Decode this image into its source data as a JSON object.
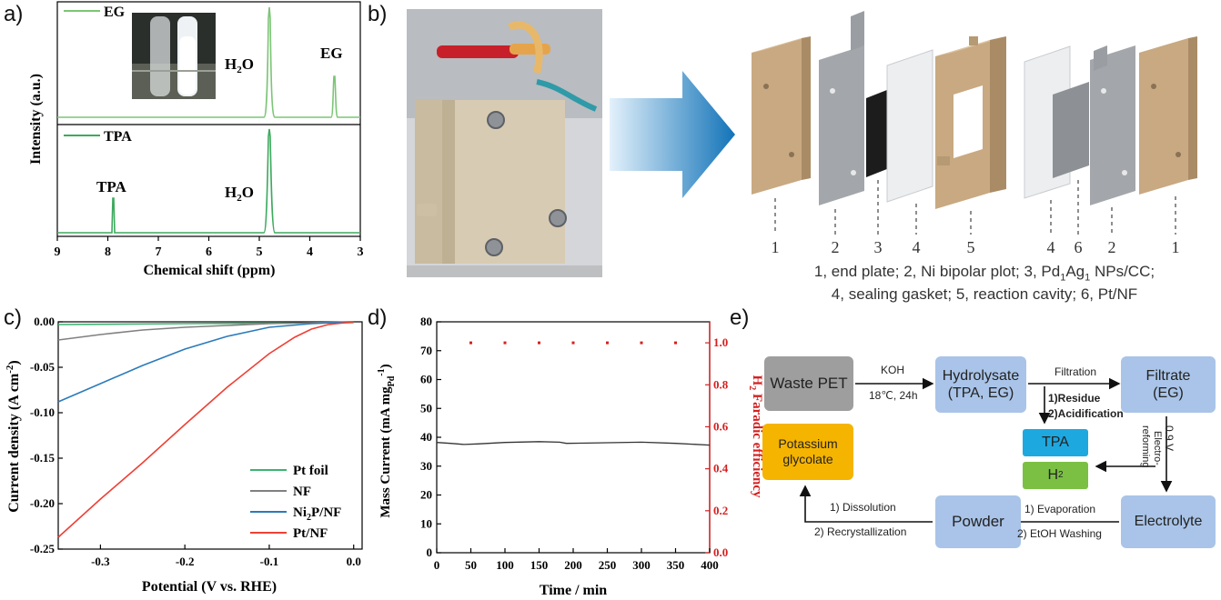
{
  "panels": {
    "a": {
      "letter": "a)",
      "ylabel": "Intensity (a.u.)",
      "xlabel": "Chemical shift (ppm)",
      "xticks": [
        "9",
        "8",
        "7",
        "6",
        "5",
        "4",
        "3"
      ],
      "top_legend": "EG",
      "bottom_legend": "TPA",
      "top_peak_labels": {
        "water": "H",
        "water_sub": "2",
        "water_tail": "O",
        "eg": "EG"
      },
      "bottom_peak_labels": {
        "tpa": "TPA",
        "water": "H",
        "water_sub": "2",
        "water_tail": "O"
      },
      "color": "#7cc576",
      "color_bottom": "#3daa5e"
    },
    "b": {
      "letter": "b)",
      "part_numbers": [
        "1",
        "2",
        "3",
        "4",
        "5",
        "4",
        "6",
        "2",
        "1"
      ],
      "caption_line1_a": "1, end plate; 2, Ni bipolar plot; 3, Pd",
      "caption_sub1": "1",
      "caption_line1_b": "Ag",
      "caption_sub2": "1",
      "caption_line1_c": " NPs/CC;",
      "caption_line2": "4, sealing gasket; 5, reaction cavity; 6, Pt/NF",
      "caption_number_color": "#2e5fa8"
    },
    "c": {
      "letter": "c)",
      "ylabel_main": "Current density (A cm",
      "ylabel_sup": "-2",
      "ylabel_end": ")",
      "xlabel": "Potential (V vs. RHE)",
      "xticks": [
        "-0.3",
        "-0.2",
        "-0.1",
        "0.0"
      ],
      "yticks": [
        "0.00",
        "-0.05",
        "-0.10",
        "-0.15",
        "-0.20",
        "-0.25"
      ],
      "legend": [
        {
          "label": "Pt foil",
          "color": "#3cb371"
        },
        {
          "label": "NF",
          "color": "#808080"
        },
        {
          "label": "Ni",
          "sub": "2",
          "tail": "P/NF",
          "color": "#2b7bba"
        },
        {
          "label": "Pt/NF",
          "color": "#ee4035"
        }
      ]
    },
    "d": {
      "letter": "d)",
      "ylabel_main": "Mass Current (mA mg",
      "ylabel_sub": "Pd",
      "ylabel_sup": "-1",
      "ylabel_end": ")",
      "ylabel_right_h": "H",
      "ylabel_right_sub": "2",
      "ylabel_right_tail": " Faradic efficiency",
      "xlabel": "Time / min",
      "xticks": [
        "0",
        "50",
        "100",
        "150",
        "200",
        "250",
        "300",
        "350",
        "400"
      ],
      "yticks_left": [
        "0",
        "10",
        "20",
        "30",
        "40",
        "50",
        "60",
        "70",
        "80"
      ],
      "yticks_right": [
        "0.0",
        "0.2",
        "0.4",
        "0.6",
        "0.8",
        "1.0"
      ],
      "right_color": "#d42020"
    },
    "e": {
      "letter": "e)",
      "waste_pet": "Waste PET",
      "hydrolysate_1": "Hydrolysate",
      "hydrolysate_2": "(TPA, EG)",
      "filtrate_1": "Filtrate",
      "filtrate_2": "(EG)",
      "koh": "KOH",
      "koh_cond": "18℃, 24h",
      "filtration": "Filtration",
      "residue": "1)Residue",
      "acidification": "2)Acidification",
      "tpa": "TPA",
      "h2": "H",
      "h2_sub": "2",
      "voltage": "0.9 V",
      "electro_1": "Electro-",
      "electro_2": "reforming",
      "electrolyte": "Electrolyte",
      "powder": "Powder",
      "evaporation": "1) Evaporation",
      "etoh": "2) EtOH Washing",
      "dissolution": "1) Dissolution",
      "recryst": "2) Recrystallization",
      "potassium_1": "Potassium",
      "potassium_2": "glycolate",
      "colors": {
        "grey": "#9e9e9e",
        "blue": "#a9c4e8",
        "cyan": "#1ea8e0",
        "green": "#7bc043",
        "orange": "#f5b400"
      }
    }
  },
  "chart_data": [
    {
      "type": "line",
      "title": "",
      "xlabel": "Chemical shift (ppm)",
      "ylabel": "Intensity (a.u.)",
      "xlim": [
        9,
        3
      ],
      "series": [
        {
          "name": "EG",
          "peaks": [
            {
              "x": 4.79,
              "label": "H2O"
            },
            {
              "x": 3.52,
              "label": "EG"
            }
          ]
        },
        {
          "name": "TPA",
          "peaks": [
            {
              "x": 7.89,
              "label": "TPA"
            },
            {
              "x": 4.79,
              "label": "H2O"
            }
          ]
        }
      ]
    },
    {
      "type": "line",
      "xlabel": "Potential (V vs. RHE)",
      "ylabel": "Current density (A cm-2)",
      "xlim": [
        -0.35,
        0.01
      ],
      "ylim": [
        -0.25,
        0.0
      ],
      "series": [
        {
          "name": "Pt foil",
          "x": [
            -0.35,
            -0.2,
            -0.1,
            0.0
          ],
          "y": [
            -0.003,
            -0.002,
            -0.0015,
            -0.001
          ]
        },
        {
          "name": "NF",
          "x": [
            -0.35,
            -0.3,
            -0.25,
            -0.2,
            -0.15,
            -0.1,
            -0.05,
            0.0
          ],
          "y": [
            -0.02,
            -0.014,
            -0.009,
            -0.006,
            -0.004,
            -0.002,
            -0.001,
            0.0
          ]
        },
        {
          "name": "Ni2P/NF",
          "x": [
            -0.35,
            -0.3,
            -0.25,
            -0.2,
            -0.15,
            -0.1,
            -0.05,
            0.0
          ],
          "y": [
            -0.088,
            -0.068,
            -0.048,
            -0.03,
            -0.016,
            -0.006,
            -0.002,
            0.0
          ]
        },
        {
          "name": "Pt/NF",
          "x": [
            -0.35,
            -0.3,
            -0.25,
            -0.2,
            -0.15,
            -0.1,
            -0.07,
            -0.05,
            -0.03,
            -0.01,
            0.0
          ],
          "y": [
            -0.237,
            -0.195,
            -0.155,
            -0.113,
            -0.072,
            -0.035,
            -0.017,
            -0.008,
            -0.003,
            -0.001,
            0.0
          ]
        }
      ]
    },
    {
      "type": "scatter",
      "xlabel": "Time / min",
      "ylabel": "Mass Current (mA mgPd-1)",
      "ylabel_right": "H2 Faradic efficiency",
      "xlim": [
        0,
        400
      ],
      "ylim": [
        0,
        80
      ],
      "ylim_right": [
        0,
        1.1
      ],
      "series": [
        {
          "name": "Mass Current",
          "x": [
            0,
            20,
            40,
            60,
            100,
            150,
            180,
            190,
            220,
            300,
            350,
            400
          ],
          "y": [
            38.2,
            37.9,
            37.5,
            37.7,
            38.2,
            38.5,
            38.3,
            37.9,
            38.0,
            38.3,
            37.9,
            37.3
          ]
        },
        {
          "name": "H2 Faradic efficiency",
          "x": [
            50,
            100,
            150,
            200,
            250,
            300,
            350
          ],
          "y": [
            1.0,
            1.0,
            1.0,
            1.0,
            1.0,
            1.0,
            1.0
          ]
        }
      ]
    }
  ]
}
